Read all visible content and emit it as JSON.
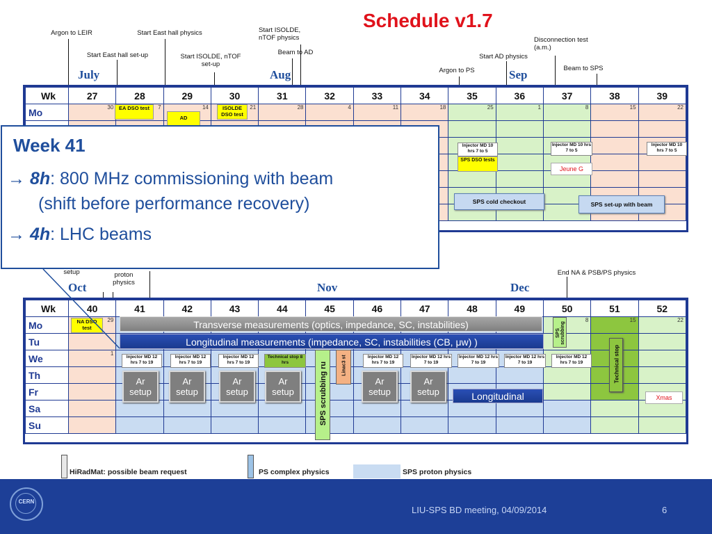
{
  "title": "Schedule v1.7",
  "top_annotations": {
    "argon_leir": "Argon to LEIR",
    "start_east_physics": "Start East hall physics",
    "start_east_setup": "Start East hall set-up",
    "start_isolde_ntof_setup": "Start ISOLDE, nTOF set-up",
    "start_isolde_ntof_physics": "Start ISOLDE, nTOF physics",
    "beam_to_ad": "Beam to AD",
    "start_ad_physics": "Start AD physics",
    "argon_to_ps": "Argon to PS",
    "disconnection_test": "Disconnection test (a.m.)",
    "beam_to_sps": "Beam to SPS",
    "end_na_physics": "End NA & PSB/PS physics",
    "setup": "setup",
    "proton_physics": "proton physics"
  },
  "months_top": [
    "July",
    "Aug",
    "Sep"
  ],
  "months_bottom": [
    "Oct",
    "Nov",
    "Dec"
  ],
  "row_labels": [
    "Wk",
    "Mo",
    "Tu",
    "We",
    "Th",
    "Fr",
    "Sa",
    "Su"
  ],
  "top_weeks": [
    "27",
    "28",
    "29",
    "30",
    "31",
    "32",
    "33",
    "34",
    "35",
    "36",
    "37",
    "38",
    "39"
  ],
  "top_dates": [
    "30",
    "7",
    "14",
    "21",
    "28",
    "4",
    "11",
    "18",
    "25",
    "1",
    "8",
    "15",
    "22"
  ],
  "bottom_weeks": [
    "40",
    "41",
    "42",
    "43",
    "44",
    "45",
    "46",
    "47",
    "48",
    "49",
    "50",
    "51",
    "52"
  ],
  "bottom_dates": [
    "29",
    "8",
    "15",
    "22"
  ],
  "top_boxes": {
    "ea_dso": "EA DSO test",
    "ad": "AD",
    "isolde_dso": "ISOLDE DSO test",
    "injector_md_1": "Injector MD 10 hrs 7 to 5",
    "sps_dso": "SPS DSO tests",
    "injector_md_2": "Injector MD 10 hrs 7 to 5",
    "injector_md_3": "Injector MD 10 hrs 7 to 5",
    "jeune_g": "Jeune G",
    "sps_cold_checkout": "SPS cold checkout",
    "sps_setup_beam": "SPS set-up with beam"
  },
  "bottom_boxes": {
    "na_dso": "NA DSO test",
    "injector_md_12": "Injector MD 12 hrs 7 to 19",
    "technical_stop_8": "Technical stop 8 hrs",
    "sps_scrubbing_run": "SPS scrubbing ru",
    "linac3": "Linac3 st",
    "sps_scrubbing": "SPS scrubbing",
    "technical_stop": "Technical stop",
    "xmas": "Xmas",
    "day_1": "1"
  },
  "ar_setup": "Ar setup",
  "bars": {
    "transverse": "Transverse measurements (optics, impedance, SC, instabilities)",
    "longitudinal": "Longitudinal measurements (impedance, SC, instabilities (CB, μw) )",
    "longitudinal_short": "Longitudinal"
  },
  "popup": {
    "heading": "Week 41",
    "line1_hours": "8h",
    "line1_text": ": 800 MHz commissioning with beam",
    "line1_cont": "(shift before performance recovery)",
    "line2_hours": "4h",
    "line2_text": ": LHC beams",
    "arrow": "→"
  },
  "legend": {
    "hiradmat": "HiRadMat: possible beam request",
    "ps_complex": "PS complex physics",
    "sps_proton": "SPS proton physics"
  },
  "footer": {
    "logo": "CERN",
    "meeting": "LIU-SPS BD  meeting, 04/09/2014",
    "page": "6"
  },
  "colors": {
    "title_red": "#e0121b",
    "grid_blue": "#1f3a93",
    "footer_blue": "#1d3f97",
    "green_phase": "#d8f2c8",
    "technical_stop_green": "#8dc63f",
    "highlight_yellow": "#ffff00"
  }
}
